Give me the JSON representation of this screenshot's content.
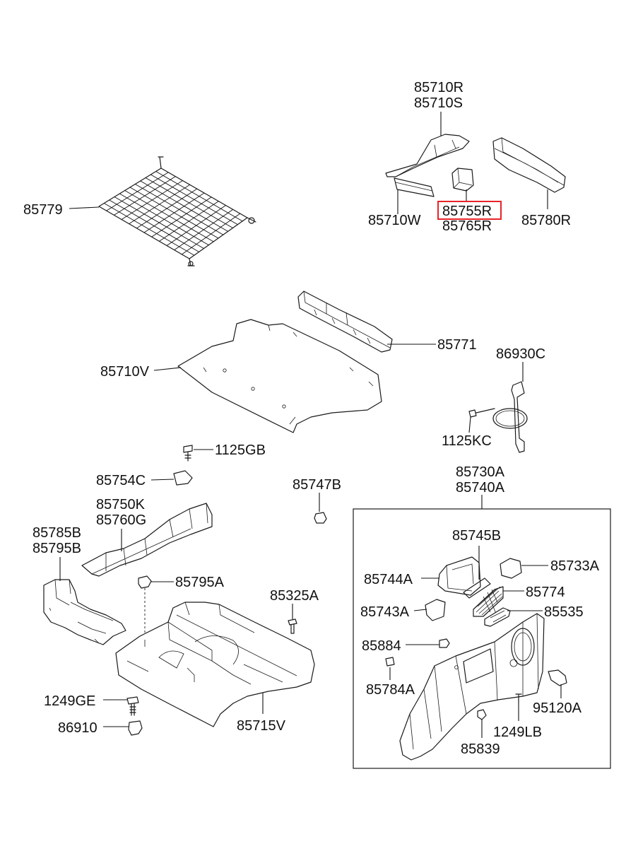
{
  "labels": {
    "p85710R": "85710R",
    "p85710S": "85710S",
    "p85710W": "85710W",
    "p85755R": "85755R",
    "p85765R": "85765R",
    "p85780R": "85780R",
    "p85779": "85779",
    "p85771": "85771",
    "p85710V": "85710V",
    "p86930C": "86930C",
    "p1125KC": "1125KC",
    "p1125GB": "1125GB",
    "p85754C": "85754C",
    "p85747B": "85747B",
    "p85750K": "85750K",
    "p85760G": "85760G",
    "p85785B": "85785B",
    "p85795B": "85795B",
    "p85795A": "85795A",
    "p85325A": "85325A",
    "p1249GE": "1249GE",
    "p86910": "86910",
    "p85715V": "85715V",
    "p85730A": "85730A",
    "p85740A": "85740A",
    "p85745B": "85745B",
    "p85733A": "85733A",
    "p85744A": "85744A",
    "p85774": "85774",
    "p85743A": "85743A",
    "p85535": "85535",
    "p85884": "85884",
    "p85784A": "85784A",
    "p95120A": "95120A",
    "p1249LB": "1249LB",
    "p85839": "85839"
  },
  "highlight": {
    "part": "85755R",
    "color": "#e8232a"
  }
}
